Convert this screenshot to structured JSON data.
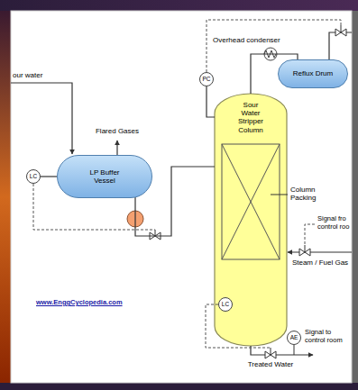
{
  "diagram": {
    "nodes": [
      {
        "text": [
          "Reflux Drum"
        ]
      },
      {
        "text": [
          "PC"
        ]
      },
      {
        "text": [
          "Sour Water Stripper Column"
        ]
      },
      {
        "text": [
          "LC"
        ]
      },
      {
        "text": [
          "LP Buffer Vessel"
        ]
      },
      {
        "text": [
          "LC"
        ],
        "in": 2
      },
      {
        "text": [
          "AE"
        ]
      }
    ],
    "edges": [
      {
        "from": 2,
        "to": 0,
        "arrow": "none"
      },
      {
        "from": 1,
        "to": 2,
        "arrow": "none"
      },
      {
        "from": 4,
        "to": 2,
        "arrow": "none"
      },
      {
        "from": 3,
        "to": 4,
        "arrow": "none"
      }
    ],
    "labels": [
      "Overhead condenser",
      "our water",
      "Flared Gases",
      "Column Packing",
      "Signal fro control roo",
      "Steam / Fuel Gas",
      "www.EnggCyclopedia.com",
      "Signal to control room",
      "Treated Water"
    ]
  }
}
